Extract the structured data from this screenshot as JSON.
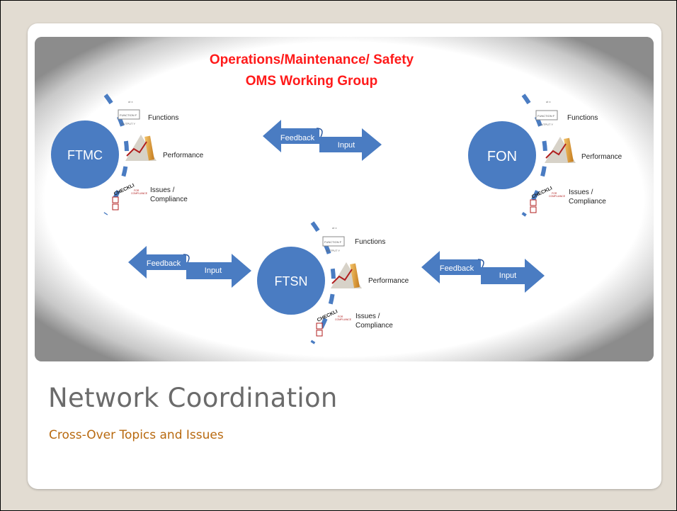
{
  "slide": {
    "title": "Network Coordination",
    "subtitle": "Cross-Over Topics and Issues"
  },
  "diagram": {
    "heading_line1": "Operations/Maintenance/ Safety",
    "heading_line2": "OMS Working Group",
    "nodes": [
      {
        "id": "ftmc",
        "label": "FTMC"
      },
      {
        "id": "fon",
        "label": "FON"
      },
      {
        "id": "ftsn",
        "label": "FTSN"
      }
    ],
    "legend": {
      "functions": "Functions",
      "performance": "Performance",
      "issues_line1": "Issues /",
      "issues_line2": "Compliance",
      "function_box": "FUNCTION F",
      "checklist": "CHECKLI",
      "for_compliance_1": "FOR",
      "for_compliance_2": "COMPLIANCE",
      "input_mark": "ut x",
      "output_mark": "OUTPUT Y"
    },
    "arrows": {
      "feedback": "Feedback",
      "input": "Input"
    },
    "colors": {
      "heading": "#ff1a1a",
      "node": "#4a7cc2",
      "arrow": "#4a7cc2",
      "title": "#6b6b6b",
      "subtitle": "#b8690f"
    }
  }
}
